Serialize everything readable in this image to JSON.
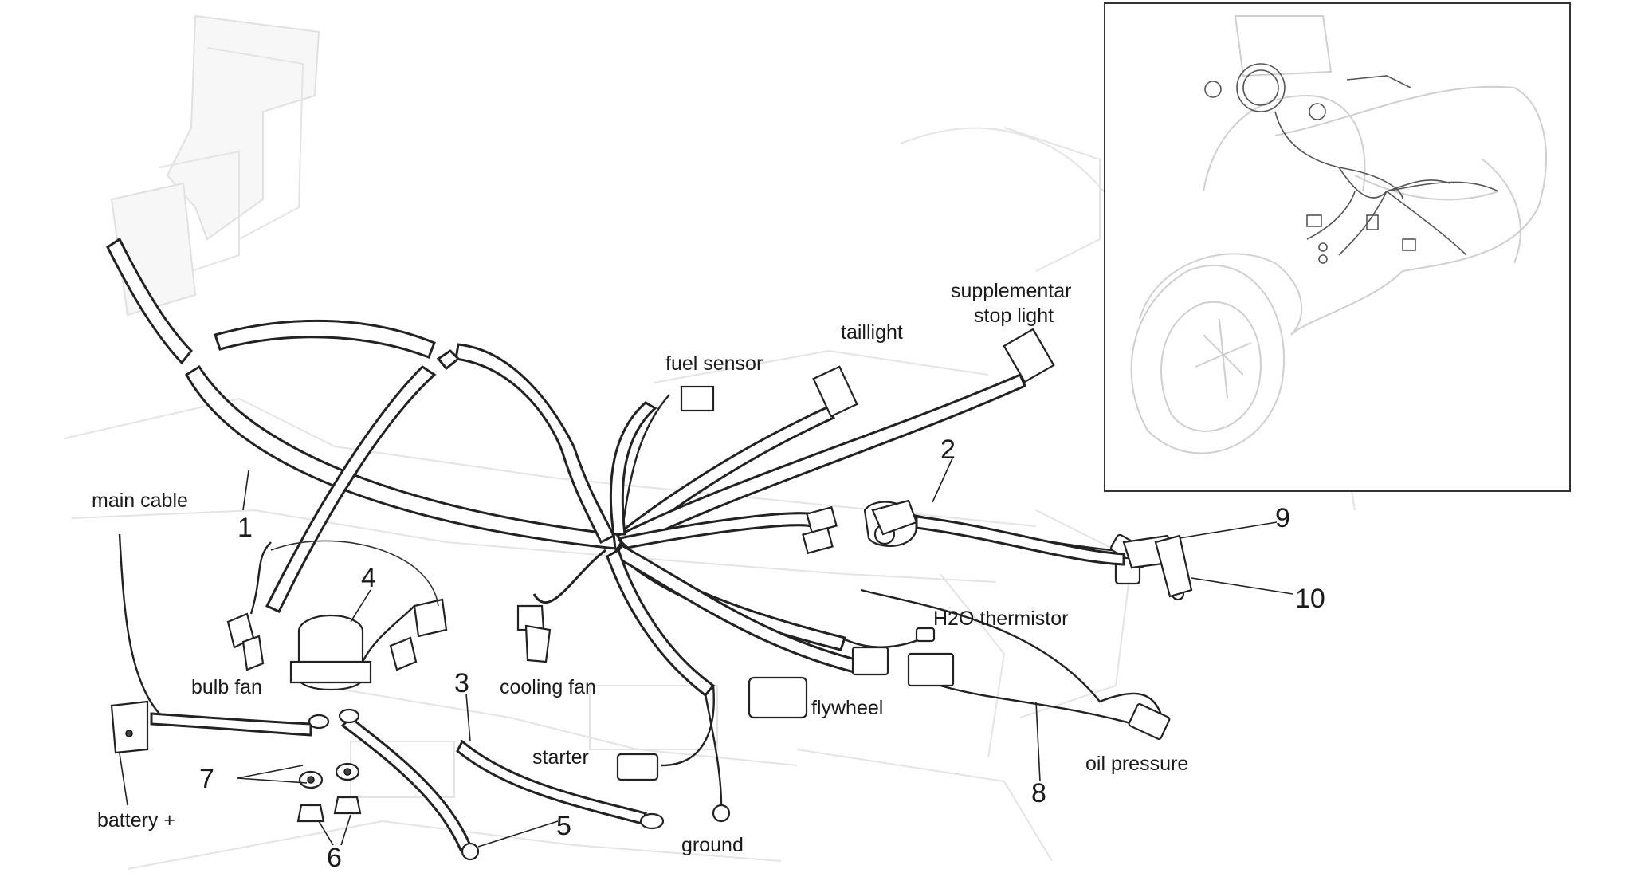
{
  "labels": {
    "main_cable": "main cable",
    "bulb_fan": "bulb fan",
    "battery_plus": "battery +",
    "cooling_fan": "cooling fan",
    "starter": "starter",
    "ground": "ground",
    "flywheel": "flywheel",
    "h2o_thermistor": "H2O thermistor",
    "oil_pressure": "oil pressure",
    "fuel_sensor": "fuel sensor",
    "taillight": "taillight",
    "supplementar_line1": "supplementar",
    "supplementar_line2": "stop light"
  },
  "part_numbers": {
    "p1": "1",
    "p2": "2",
    "p3": "3",
    "p4": "4",
    "p5": "5",
    "p6": "6",
    "p7": "7",
    "p8": "8",
    "p9": "9",
    "p10": "10"
  }
}
